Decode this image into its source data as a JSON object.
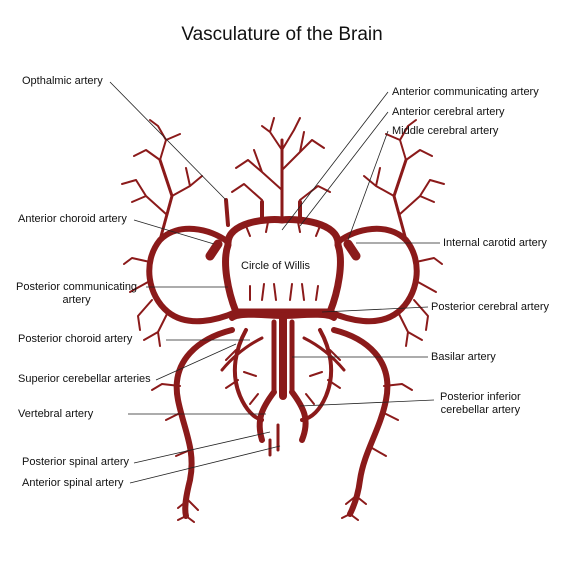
{
  "title": "Vasculature of the Brain",
  "center_label": "Circle of Willis",
  "labels_left": {
    "opthalmic": "Opthalmic artery",
    "anterior_choroid": "Anterior choroid artery",
    "posterior_communicating": "Posterior communicating\nartery",
    "posterior_choroid": "Posterior choroid artery",
    "superior_cerebellar": "Superior cerebellar arteries",
    "vertebral": "Vertebral artery",
    "posterior_spinal": "Posterior spinal artery",
    "anterior_spinal": "Anterior spinal artery"
  },
  "labels_right": {
    "anterior_communicating": "Anterior communicating artery",
    "anterior_cerebral": "Anterior cerebral artery",
    "middle_cerebral": "Middle cerebral artery",
    "internal_carotid": "Internal carotid artery",
    "posterior_cerebral": "Posterior cerebral artery",
    "basilar": "Basilar artery",
    "posterior_inferior_cerebellar": "Posterior inferior\ncerebellar artery"
  },
  "colors": {
    "artery": "#8b1a1a",
    "leader_line": "#222222",
    "text": "#111111"
  }
}
